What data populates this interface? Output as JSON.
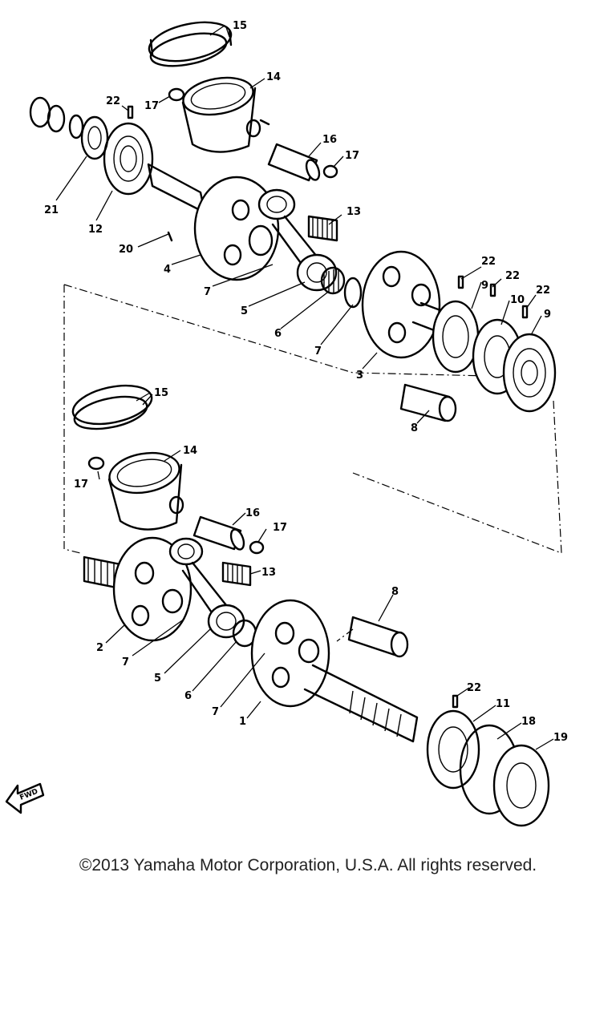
{
  "callouts": [
    {
      "id": "c15a",
      "text": "15"
    },
    {
      "id": "c14a",
      "text": "14"
    },
    {
      "id": "c22a",
      "text": "22"
    },
    {
      "id": "c17a",
      "text": "17"
    },
    {
      "id": "c16a",
      "text": "16"
    },
    {
      "id": "c17b",
      "text": "17"
    },
    {
      "id": "c21",
      "text": "21"
    },
    {
      "id": "c12",
      "text": "12"
    },
    {
      "id": "c13a",
      "text": "13"
    },
    {
      "id": "c20",
      "text": "20"
    },
    {
      "id": "c4",
      "text": "4"
    },
    {
      "id": "c22b",
      "text": "22"
    },
    {
      "id": "c22c",
      "text": "22"
    },
    {
      "id": "c9a",
      "text": "9"
    },
    {
      "id": "c10",
      "text": "10"
    },
    {
      "id": "c22d",
      "text": "22"
    },
    {
      "id": "c7a",
      "text": "7"
    },
    {
      "id": "c5a",
      "text": "5"
    },
    {
      "id": "c9b",
      "text": "9"
    },
    {
      "id": "c6a",
      "text": "6"
    },
    {
      "id": "c7b",
      "text": "7"
    },
    {
      "id": "c3",
      "text": "3"
    },
    {
      "id": "c8a",
      "text": "8"
    },
    {
      "id": "c15b",
      "text": "15"
    },
    {
      "id": "c14b",
      "text": "14"
    },
    {
      "id": "c17c",
      "text": "17"
    },
    {
      "id": "c16b",
      "text": "16"
    },
    {
      "id": "c17d",
      "text": "17"
    },
    {
      "id": "c13b",
      "text": "13"
    },
    {
      "id": "c8b",
      "text": "8"
    },
    {
      "id": "c2",
      "text": "2"
    },
    {
      "id": "c7c",
      "text": "7"
    },
    {
      "id": "c5b",
      "text": "5"
    },
    {
      "id": "c6b",
      "text": "6"
    },
    {
      "id": "c7d",
      "text": "7"
    },
    {
      "id": "c22e",
      "text": "22"
    },
    {
      "id": "c11",
      "text": "11"
    },
    {
      "id": "c18",
      "text": "18"
    },
    {
      "id": "c19",
      "text": "19"
    },
    {
      "id": "c1",
      "text": "1"
    }
  ],
  "fwd_label": "FWD",
  "copyright": "©2013 Yamaha Motor Corporation, U.S.A. All rights reserved."
}
